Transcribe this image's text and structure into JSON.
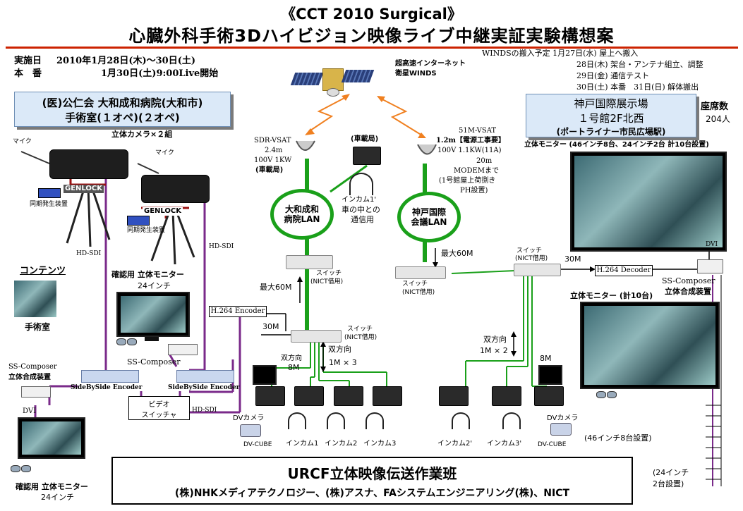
{
  "header": {
    "title": "《CCT 2010 Surgical》",
    "subtitle": "心臓外科手術3Dハイビジョン映像ライブ中継実証実験構想案"
  },
  "schedule": {
    "date_label": "実施日",
    "date_value": "2010年1月28日(木)～30日(土)",
    "live_label": "本　番",
    "live_value": "1月30日(土)9:00Live開始"
  },
  "winds_schedule": {
    "line1": "WINDSの搬入予定 1月27日(水) 屋上へ搬入",
    "line2": "28日(木) 架台・アンテナ組立、調整",
    "line3": "29日(金) 通信テスト",
    "line4": "30日(土) 本番　31日(日) 解体搬出"
  },
  "hospital": {
    "line1": "(医)公仁会 大和成和病院(大和市)",
    "line2": "手術室(１オペ)(２オペ)"
  },
  "venue": {
    "line1": "神戸国際展示場",
    "line2": "１号館2F北西",
    "line3": "(ポートライナー市民広場駅)",
    "seats_label": "座席数",
    "seats_value": "204人"
  },
  "satellite": {
    "line1": "超高速インターネット",
    "line2": "衛星WINDS"
  },
  "left_site": {
    "camera_label": "立体カメラ×２組",
    "mic1": "マイク",
    "mic2": "マイク",
    "genlock1": "GENLOCK",
    "genlock2": "GENLOCK",
    "sync1": "同期発生装置",
    "sync2": "同期発生装置",
    "hdsdi1": "HD-SDI",
    "hdsdi2": "HD-SDI",
    "hdsdi3": "HD-SDI",
    "contents_label": "コンテンツ",
    "operating_room": "手術室",
    "confirm_monitor_label": "確認用 立体モニター",
    "confirm_monitor_size": "24インチ",
    "ss_composer_mid": "SS-Composer",
    "ss_composer_left1": "SS-Composer",
    "ss_composer_left2": "立体合成装置",
    "sbs_encoder1": "SideBySide Encoder",
    "sbs_encoder2": "SideBySide Encoder",
    "video_switcher1": "ビデオ",
    "video_switcher2": "スイッチャ",
    "h264_encoder": "H.264 Encoder",
    "dvi": "DVI",
    "bottom_monitor_label": "確認用 立体モニター",
    "bottom_monitor_size": "24インチ"
  },
  "left_vsat": {
    "line1": "SDR-VSAT",
    "line2": "2.4m",
    "line3": "100V 1KW",
    "line4": "(車載局)"
  },
  "vehicle": {
    "label": "(車載局)",
    "intercom": "インカム1'",
    "comm1": "車の中との",
    "comm2": "通信用"
  },
  "right_vsat": {
    "line1": "51M-VSAT",
    "line2": "1.2m【電源工事要】",
    "line3": "100V 1.1KW(11A)",
    "line4": "20m",
    "line5": "MODEMまで",
    "line6": "(1号館屋上荷捌き",
    "line7": "PH設置)"
  },
  "lans": {
    "left1": "大和成和",
    "left2": "病院LAN",
    "right1": "神戸国際",
    "right2": "会議LAN"
  },
  "network": {
    "switch_left_top1": "スイッチ",
    "switch_left_top2": "(NICT借用)",
    "switch_center1": "スイッチ",
    "switch_center2": "(NICT借用)",
    "switch_right1": "スイッチ",
    "switch_right2": "(NICT借用)",
    "switch_far_right1": "スイッチ",
    "switch_far_right2": "(NICT借用)",
    "max60_left": "最大60M",
    "max60_right": "最大60M",
    "rate30_left": "30M",
    "rate30_right": "30M",
    "bidir_left1": "双方向",
    "bidir_left2": "8M",
    "bidir_center1": "双方向",
    "bidir_center2": "1M × 3",
    "bidir_right1": "双方向",
    "bidir_right2": "1M × 2",
    "right_8m": "8M"
  },
  "devices_bottom": {
    "dvcam_left": "DVカメラ",
    "dvcube_left": "DV-CUBE",
    "intercom1": "インカム1",
    "intercom2": "インカム2",
    "intercom3": "インカム3",
    "intercom2r": "インカム2'",
    "intercom3r": "インカム3'",
    "dvcam_right": "DVカメラ",
    "dvcube_right": "DV-CUBE"
  },
  "right_site": {
    "monitor_top_label": "立体モニター (46インチ8台、24インチ2台 計10台設置)",
    "dvi": "DVI",
    "h264_decoder": "H.264 Decoder",
    "ss_composer1": "SS-Composer",
    "ss_composer2": "立体合成装置",
    "monitor_mid_label": "立体モニター (計10台)",
    "inch46": "(46インチ8台設置)",
    "inch24_1": "(24インチ",
    "inch24_2": "2台設置)"
  },
  "footer": {
    "title": "URCF立体映像伝送作業班",
    "members": "(株)NHKメディアテクノロジー、(株)アスナ、FAシステムエンジニアリング(株)、NICT"
  },
  "colors": {
    "lan_green": "#1aa01a",
    "hdsdi_purple": "#7a2a8a",
    "genlock_red": "#9a1010",
    "sat_arrow_orange": "#f08020",
    "box_blue": "#dbe9f8",
    "header_red": "#cc2200"
  }
}
